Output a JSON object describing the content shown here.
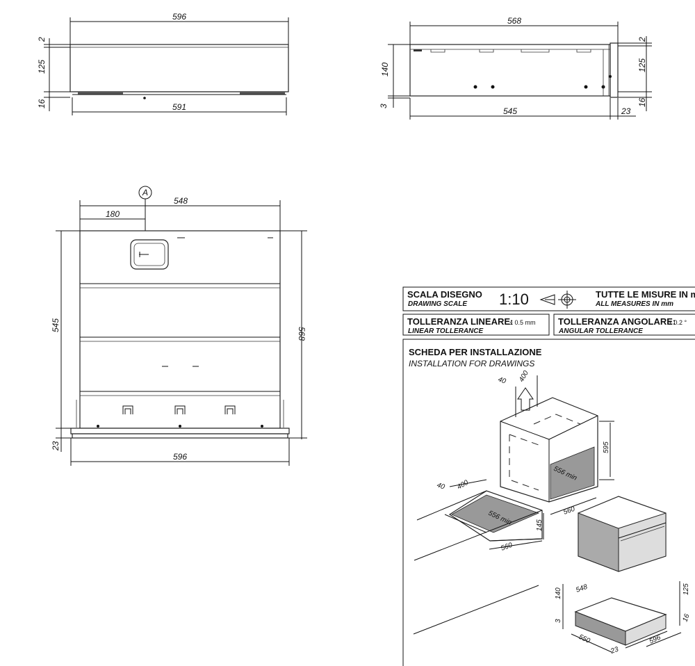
{
  "front_view": {
    "width_top": "596",
    "width_bottom": "591",
    "h_2": "2",
    "h_125": "125",
    "h_16": "16"
  },
  "side_view": {
    "width_top": "568",
    "width_bottom": "545",
    "h_140": "140",
    "h_3": "3",
    "h_2": "2",
    "h_125": "125",
    "h_16": "16",
    "d_23": "23"
  },
  "top_view": {
    "callout": "A",
    "width_548": "548",
    "offset_180": "180",
    "depth_545": "545",
    "depth_568": "568",
    "d_23": "23",
    "width_596": "596"
  },
  "title_block": {
    "scale_label": "SCALA DISEGNO",
    "scale_label_en": "DRAWING SCALE",
    "scale_value": "1:10",
    "measures_label": "TUTTE LE MISURE IN mm",
    "measures_label_en": "ALL MEASURES IN mm",
    "linear_tol_label": "TOLLERANZA LINEARE:",
    "linear_tol_value": "± 0.5 mm",
    "linear_tol_en": "LINEAR TOLLERANCE",
    "angular_tol_label": "TOLLERANZA ANGOLARE:",
    "angular_tol_value": "± 0.2 °",
    "angular_tol_en": "ANGULAR TOLLERANCE",
    "sheet_title": "SCHEDA PER INSTALLAZIONE",
    "sheet_subtitle": "INSTALLATION FOR DRAWINGS"
  },
  "install_diagram": {
    "d_40_top": "40",
    "d_400_top": "400",
    "d_595": "595",
    "d_556min_upper": "556 min",
    "d_560_upper": "560",
    "d_40_left": "40",
    "d_400_left": "400",
    "d_556min_lower": "556 min",
    "d_145": "145",
    "d_560_lower": "560",
    "d_140": "140",
    "d_548": "548",
    "d_125": "125",
    "d_3": "3",
    "d_16": "16",
    "d_550": "550",
    "d_596": "596",
    "d_23": "23"
  }
}
